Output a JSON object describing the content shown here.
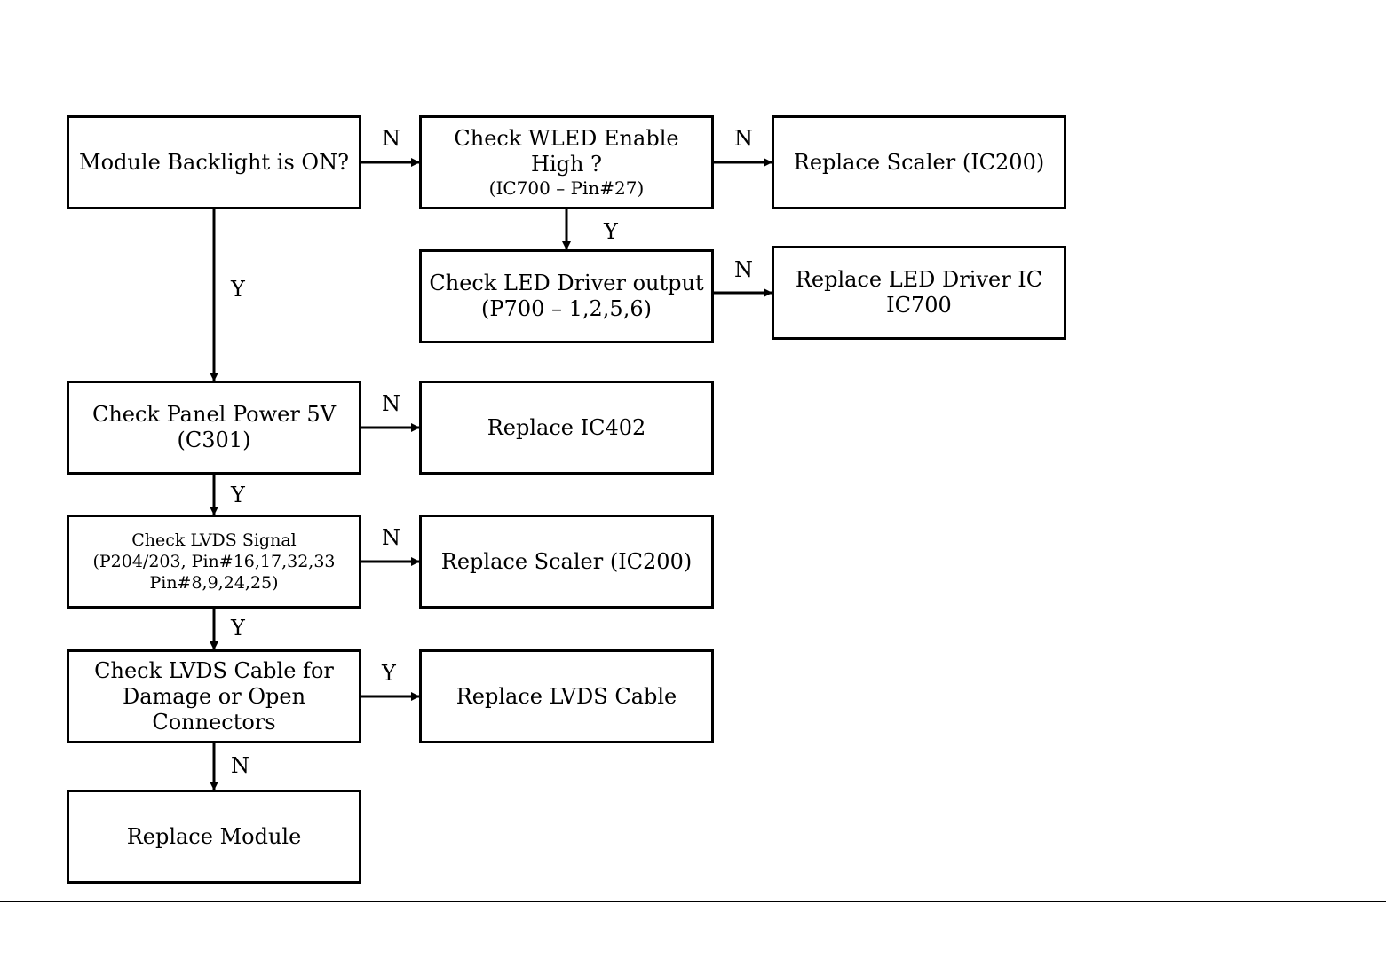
{
  "nodes": {
    "backlight": [
      "Module Backlight is ON?"
    ],
    "wled": [
      "Check WLED Enable",
      "High ?",
      "(IC700 – Pin#27)"
    ],
    "scaler1": [
      "Replace Scaler (IC200)"
    ],
    "led_output": [
      "Check LED Driver output",
      "(P700 – 1,2,5,6)"
    ],
    "led_ic": [
      "Replace LED Driver IC",
      "IC700"
    ],
    "panel_power": [
      "Check Panel Power 5V",
      "(C301)"
    ],
    "ic402": [
      "Replace IC402"
    ],
    "lvds_signal": [
      "Check LVDS Signal",
      "(P204/203, Pin#16,17,32,33",
      "Pin#8,9,24,25)"
    ],
    "scaler2": [
      "Replace Scaler (IC200)"
    ],
    "lvds_cable": [
      "Check LVDS Cable for",
      "Damage or Open",
      "Connectors"
    ],
    "replace_cable": [
      "Replace LVDS Cable"
    ],
    "module": [
      "Replace Module"
    ]
  },
  "edges": [
    {
      "id": "backlight-wled",
      "label": "N"
    },
    {
      "id": "wled-scaler1",
      "label": "N"
    },
    {
      "id": "wled-led_output",
      "label": "Y"
    },
    {
      "id": "led_output-led_ic",
      "label": "N"
    },
    {
      "id": "backlight-panel_power",
      "label": "Y"
    },
    {
      "id": "panel_power-ic402",
      "label": "N"
    },
    {
      "id": "panel_power-lvds_signal",
      "label": "Y"
    },
    {
      "id": "lvds_signal-scaler2",
      "label": "N"
    },
    {
      "id": "lvds_signal-lvds_cable",
      "label": "Y"
    },
    {
      "id": "lvds_cable-replace_cable",
      "label": "Y"
    },
    {
      "id": "lvds_cable-module",
      "label": "N"
    }
  ]
}
